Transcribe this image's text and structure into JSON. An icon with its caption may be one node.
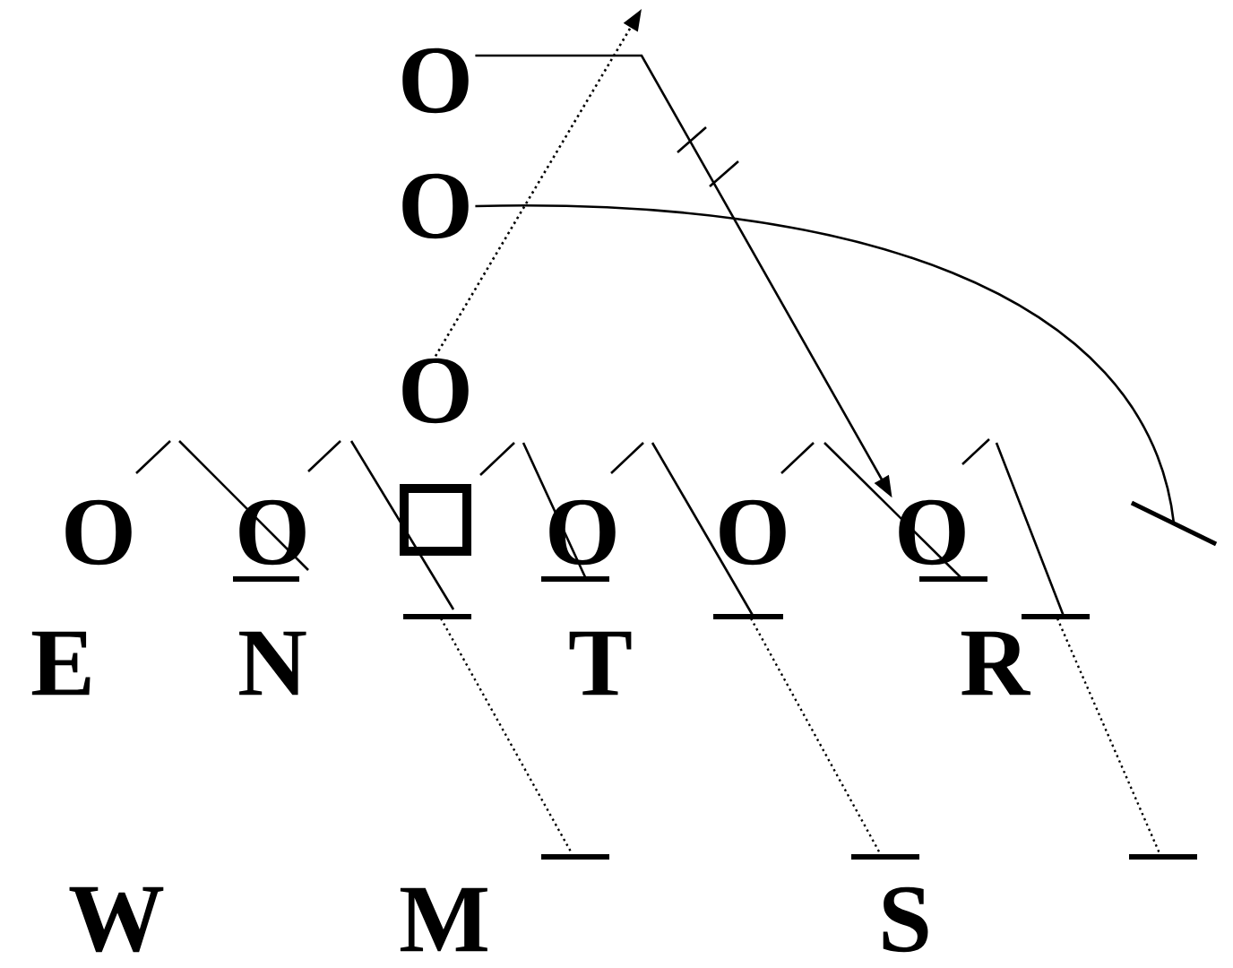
{
  "diagram": {
    "nodes": [
      {
        "text": [
          "O"
        ]
      },
      {
        "text": [
          "O"
        ]
      },
      {
        "text": [
          "O"
        ]
      },
      {
        "text": [
          "O"
        ]
      },
      {
        "text": [
          "O"
        ]
      },
      {
        "text": [],
        "shape": "box"
      },
      {
        "text": [
          "O"
        ]
      },
      {
        "text": [
          "O"
        ]
      },
      {
        "text": [
          "O"
        ]
      },
      {
        "text": [],
        "shape": "bar"
      }
    ],
    "edges": [
      {
        "from": 0,
        "to": 8,
        "arrow": "to"
      },
      {
        "from": 2,
        "to": null,
        "arrow": "to",
        "style": "dashed"
      },
      {
        "from": 1,
        "to": 9,
        "arrow": "none"
      }
    ],
    "labels": [
      "E",
      "N",
      "T",
      "R",
      "W",
      "M",
      "S"
    ]
  }
}
